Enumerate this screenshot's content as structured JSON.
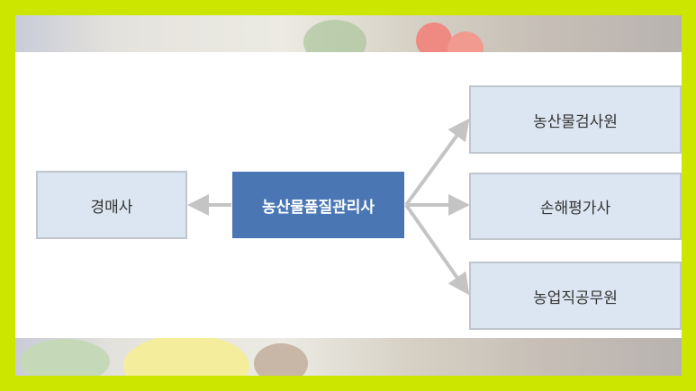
{
  "diagram": {
    "center": "농산물품질관리사",
    "left": "경매사",
    "right": [
      "농산물검사원",
      "손해평가사",
      "농업직공무원"
    ]
  },
  "colors": {
    "frame": "#cce600",
    "center_box": "#4a77b4",
    "box": "#dce6f2",
    "arrow": "#c4c4c4"
  }
}
